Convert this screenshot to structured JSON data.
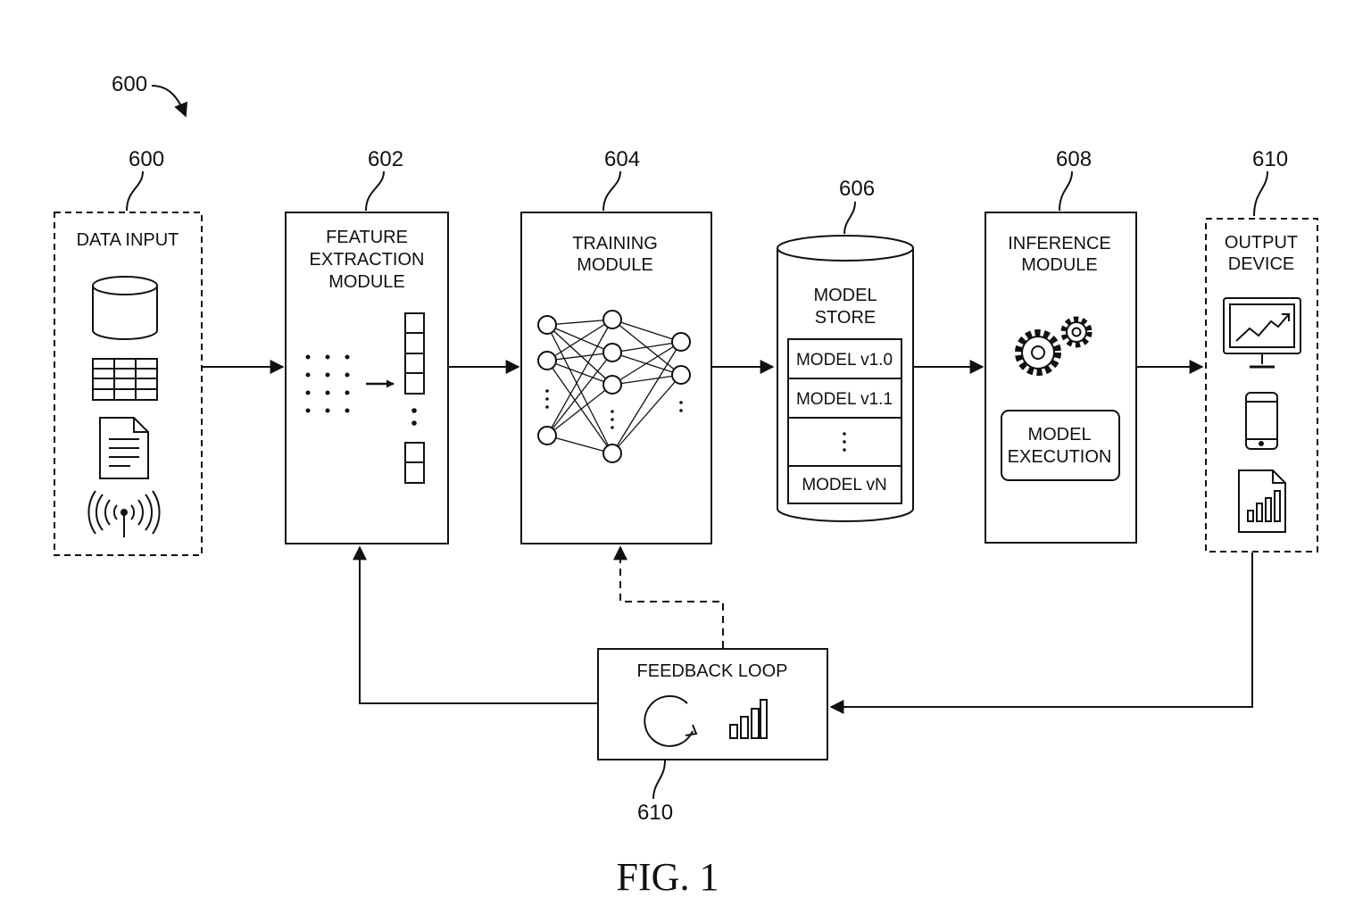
{
  "figure": {
    "overall_ref": "600",
    "caption": "FIG. 1"
  },
  "data_input": {
    "ref": "600",
    "title": "DATA INPUT",
    "icons": [
      "database-icon",
      "table-icon",
      "document-icon",
      "antenna-icon"
    ]
  },
  "feature_extraction": {
    "ref": "602",
    "title_lines": [
      "FEATURE",
      "EXTRACTION",
      "MODULE"
    ]
  },
  "training": {
    "ref": "604",
    "title_lines": [
      "TRAINING",
      "MODULE"
    ]
  },
  "model_store": {
    "ref": "606",
    "title_lines": [
      "MODEL",
      "STORE"
    ],
    "versions": [
      "MODEL v1.0",
      "MODEL v1.1",
      "MODEL vN"
    ]
  },
  "inference": {
    "ref": "608",
    "title_lines": [
      "INFERENCE",
      "MODULE"
    ],
    "execution_lines": [
      "MODEL",
      "EXECUTION"
    ]
  },
  "output_device": {
    "ref": "610",
    "title_lines": [
      "OUTPUT",
      "DEVICE"
    ],
    "icons": [
      "monitor-chart-icon",
      "smartphone-icon",
      "report-icon"
    ]
  },
  "feedback": {
    "ref": "610",
    "title": "FEEDBACK LOOP",
    "icons": [
      "refresh-icon",
      "bar-chart-icon"
    ]
  },
  "colors": {
    "ink": "#111111",
    "background": "#ffffff"
  }
}
